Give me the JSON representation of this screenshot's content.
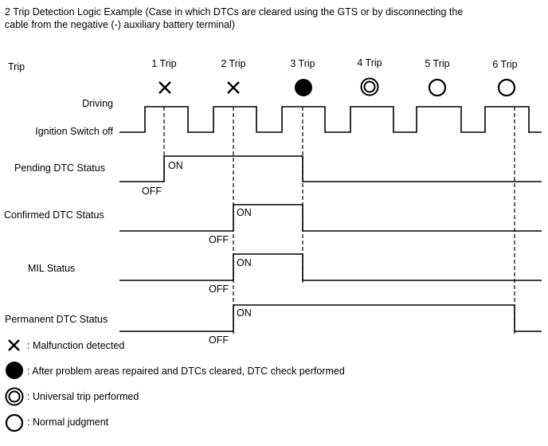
{
  "title_lines": [
    "2 Trip Detection Logic Example (Case in which DTCs are cleared using the GTS or by disconnecting the",
    "cable from the negative (-) auxiliary battery terminal)"
  ],
  "trip_header": "Trip",
  "trips": [
    {
      "label": "1 Trip",
      "symbol": "cross"
    },
    {
      "label": "2 Trip",
      "symbol": "cross"
    },
    {
      "label": "3 Trip",
      "symbol": "filled-circle"
    },
    {
      "label": "4 Trip",
      "symbol": "double-circle"
    },
    {
      "label": "5 Trip",
      "symbol": "open-circle"
    },
    {
      "label": "6 Trip",
      "symbol": "open-circle"
    }
  ],
  "rows": {
    "driving": "Driving",
    "ignition_off": "Ignition Switch off",
    "pending": "Pending DTC Status",
    "confirmed": "Confirmed DTC Status",
    "mil": "MIL Status",
    "permanent": "Permanent DTC Status"
  },
  "signal_states": {
    "pending": {
      "on": "ON",
      "off": "OFF",
      "on_from_trip": 1,
      "on_until_trip": 3
    },
    "confirmed": {
      "on": "ON",
      "off": "OFF",
      "on_from_trip": 2,
      "on_until_trip": 3
    },
    "mil": {
      "on": "ON",
      "off": "OFF",
      "on_from_trip": 2,
      "on_until_trip": 3
    },
    "permanent": {
      "on": "ON",
      "off": "OFF",
      "on_from_trip": 2,
      "on_until_trip": 6
    }
  },
  "legend": [
    {
      "symbol": "cross",
      "text": ": Malfunction detected"
    },
    {
      "symbol": "filled-circle",
      "text": ": After problem areas repaired and DTCs cleared, DTC check performed"
    },
    {
      "symbol": "double-circle",
      "text": ": Universal trip performed"
    },
    {
      "symbol": "open-circle",
      "text": ": Normal judgment"
    }
  ]
}
